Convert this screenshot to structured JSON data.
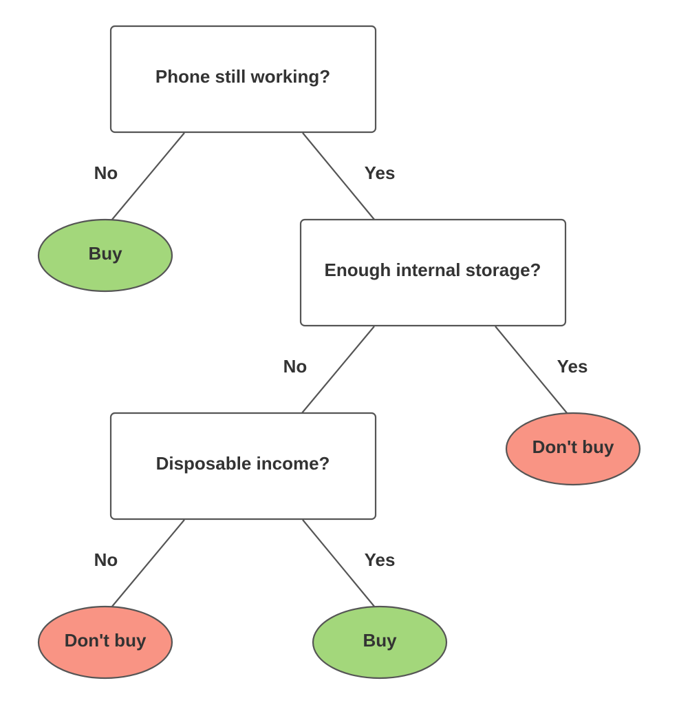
{
  "colors": {
    "buy": "#a3d77b",
    "dont_buy": "#f99484",
    "box_fill": "#ffffff",
    "stroke": "#555555",
    "text": "#333333"
  },
  "decisions": {
    "phone_working": "Phone still working?",
    "enough_storage": "Enough internal storage?",
    "disposable_income": "Disposable income?"
  },
  "outcomes": {
    "buy_1": "Buy",
    "dont_buy_1": "Don't buy",
    "dont_buy_2": "Don't buy",
    "buy_2": "Buy"
  },
  "edges": {
    "phone_no": "No",
    "phone_yes": "Yes",
    "storage_no": "No",
    "storage_yes": "Yes",
    "income_no": "No",
    "income_yes": "Yes"
  }
}
